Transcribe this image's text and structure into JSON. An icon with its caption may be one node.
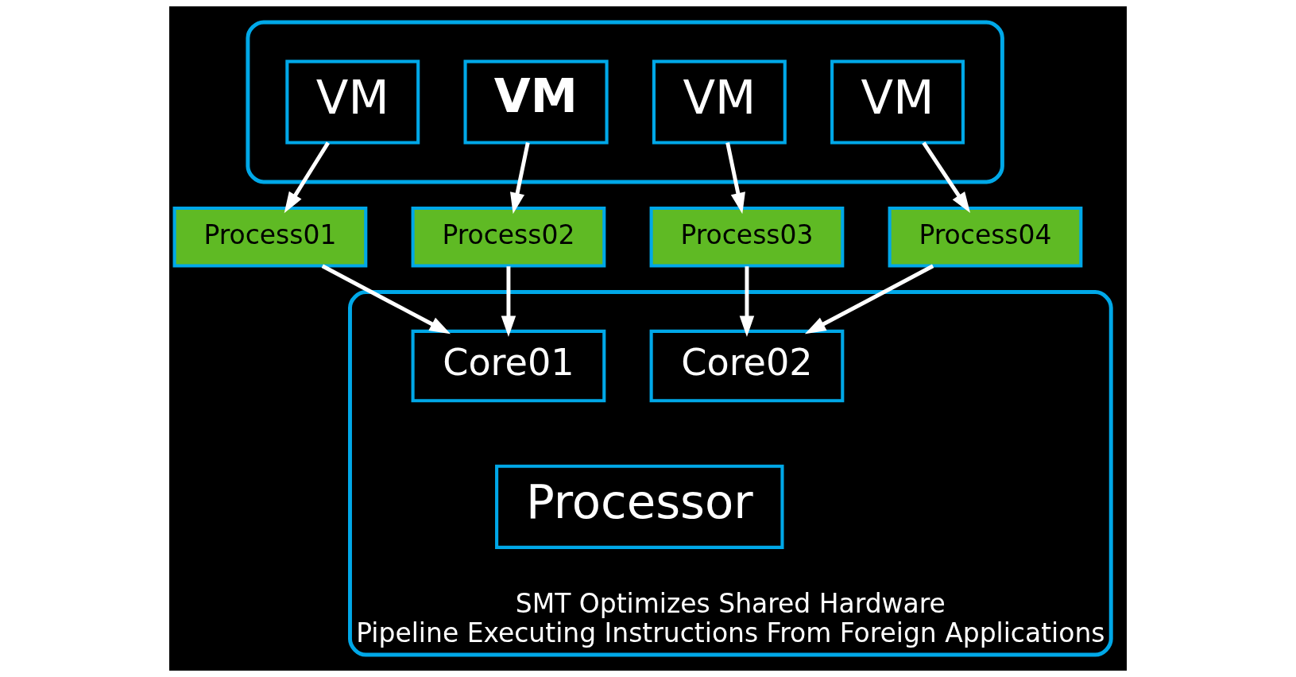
{
  "diagram": {
    "nodes": [
      {
        "text": [],
        "shape": "box"
      },
      {
        "text": [
          "VM"
        ],
        "in": 0
      },
      {
        "text": [
          "VM"
        ],
        "in": 0
      },
      {
        "text": [
          "VM"
        ],
        "in": 0
      },
      {
        "text": [
          "VM"
        ],
        "in": 0
      },
      {
        "text": [
          "Process01"
        ]
      },
      {
        "text": [
          "Process02"
        ]
      },
      {
        "text": [
          "Process03"
        ]
      },
      {
        "text": [
          "Process04"
        ]
      },
      {
        "text": [
          "SMT Optimizes Shared Hardware",
          "Pipeline Executing Instructions From Foreign Applications"
        ]
      },
      {
        "text": [
          "Core01"
        ],
        "in": 9
      },
      {
        "text": [
          "Core02"
        ],
        "in": 9
      },
      {
        "text": [
          "Processor"
        ],
        "in": 9
      }
    ],
    "edges": [
      {
        "from": 1,
        "to": 5,
        "arrow": "to"
      },
      {
        "from": 2,
        "to": 6,
        "arrow": "to"
      },
      {
        "from": 3,
        "to": 7,
        "arrow": "to"
      },
      {
        "from": 4,
        "to": 8,
        "arrow": "to"
      },
      {
        "from": 5,
        "to": 10,
        "arrow": "to"
      },
      {
        "from": 6,
        "to": 10,
        "arrow": "to"
      },
      {
        "from": 7,
        "to": 11,
        "arrow": "to"
      },
      {
        "from": 8,
        "to": 11,
        "arrow": "to"
      }
    ]
  }
}
